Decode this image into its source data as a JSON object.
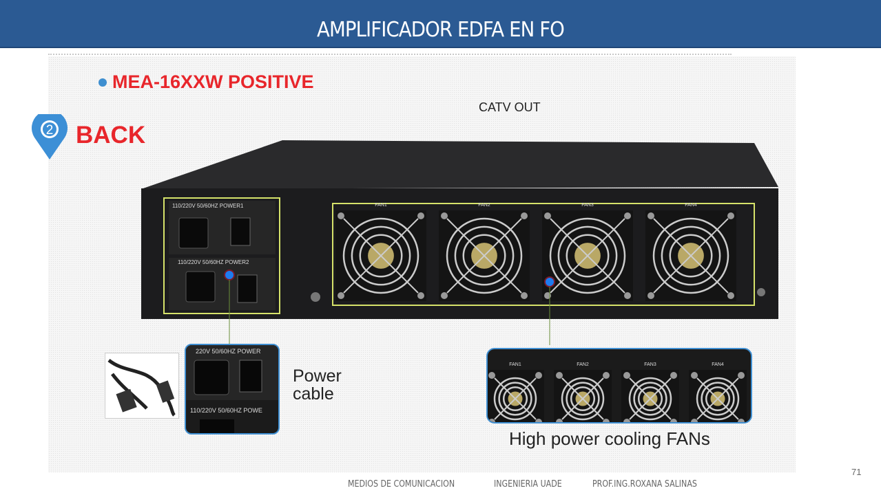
{
  "header": {
    "title": "AMPLIFICADOR EDFA EN FO"
  },
  "slide": {
    "subtitle": "MEA-16XXW  POSITIVE",
    "catv_label": "CATV OUT",
    "back_badge_number": "2",
    "back_label": "BACK",
    "power_labels": [
      "110/220V 50/60HZ POWER1",
      "110/220V 50/60HZ POWER2"
    ],
    "fan_labels": [
      "FAN1",
      "FAN2",
      "FAN3",
      "FAN4"
    ],
    "power_caption_line1": "Power",
    "power_caption_line2": "cable",
    "fans_caption": "High power cooling FANs"
  },
  "footer": {
    "course": "MEDIOS DE COMUNICACION",
    "school": "INGENIERIA  UADE",
    "author": "PROF.ING.ROXANA SALINAS",
    "page": "71"
  },
  "colors": {
    "header": "#2b5a93",
    "accent_red": "#e8262b",
    "highlight": "#3f8fd2",
    "frame": "#d6e36a"
  }
}
